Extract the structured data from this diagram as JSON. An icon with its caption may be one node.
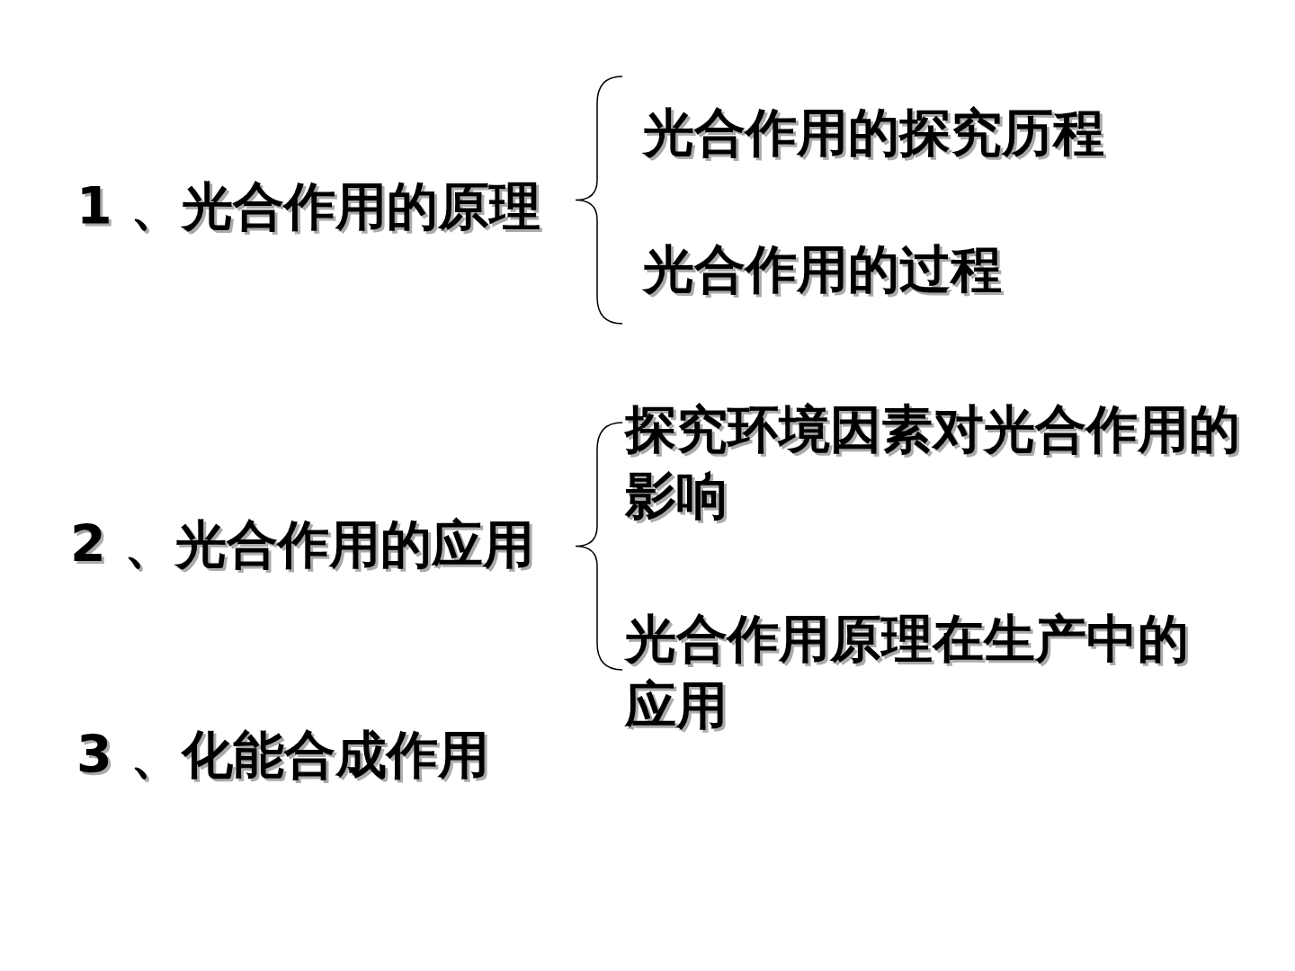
{
  "diagram": {
    "labels": [
      "1 、光合作用的原理",
      "光合作用的探究历程",
      "光合作用的过程",
      "2 、光合作用的应用",
      "探究环境因素对光合作用的影响",
      "光合作用原理在生产中的应用",
      "3 、化能合成作用"
    ]
  }
}
